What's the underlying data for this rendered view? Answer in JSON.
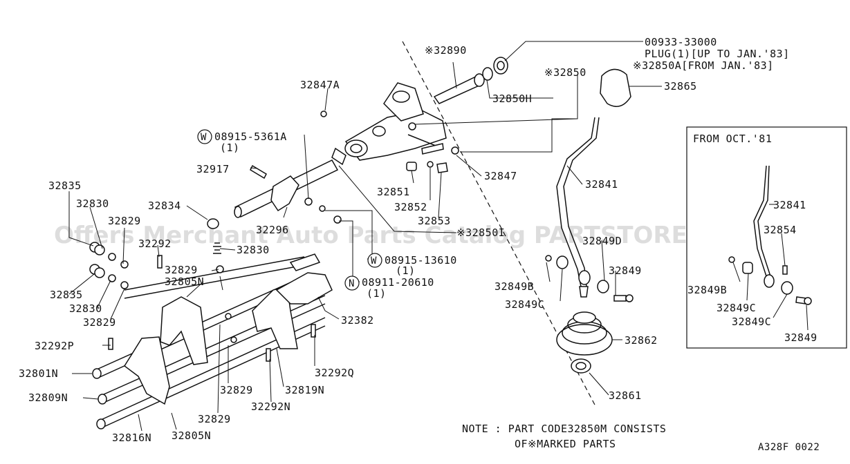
{
  "watermark": "Offers Merchant Auto Parts Catalog PARTSTORE.SA",
  "diagram_code": "A328F 0022",
  "note_line1": "NOTE : PART CODE32850M CONSISTS",
  "note_line2": "OF※MARKED PARTS",
  "inset_title": "FROM OCT.'81",
  "labels": {
    "p00933": "00933-33000",
    "plug": "PLUG(1)[UP TO JAN.'83]",
    "p32850A": "※32850A[FROM JAN.'83]",
    "p32890": "※32890",
    "p32850": "※32850",
    "p32865": "32865",
    "p32847A": "32847A",
    "p32850H": "32850H",
    "p08915_5361A": "08915-5361A",
    "p08915_5361A_qty": "(1)",
    "p32917": "32917",
    "p32847": "32847",
    "p32841": "32841",
    "p32835a": "32835",
    "p32830a": "32830",
    "p32834": "32834",
    "p32851": "32851",
    "p32852": "32852",
    "p32853": "32853",
    "p32829a": "32829",
    "p32292": "32292",
    "p32296": "32296",
    "p32850I": "※32850I",
    "p32830b": "32830",
    "p32849D": "32849D",
    "p08915_13610": "08915-13610",
    "p08915_13610_qty": "(1)",
    "p32829b": "32829",
    "p32805Na": "32805N",
    "p32849a": "32849",
    "p08911_20610": "08911-20610",
    "p08911_20610_qty": "(1)",
    "p32835b": "32835",
    "p32830c": "32830",
    "p32849B": "32849B",
    "p32849C": "32849C",
    "p32829c": "32829",
    "p32382": "32382",
    "p32862": "32862",
    "p32292P": "32292P",
    "p32292Q": "32292Q",
    "p32801N": "32801N",
    "p32829d": "32829",
    "p32819N": "32819N",
    "p32809N": "32809N",
    "p32292N": "32292N",
    "p32861": "32861",
    "p32829e": "32829",
    "p32816N": "32816N",
    "p32805Nb": "32805N",
    "inset_32841": "32841",
    "inset_32854": "32854",
    "inset_32849B": "32849B",
    "inset_32849C_a": "32849C",
    "inset_32849C_b": "32849C",
    "inset_32849": "32849",
    "mark_w1": "W",
    "mark_w2": "W",
    "mark_n": "N"
  }
}
